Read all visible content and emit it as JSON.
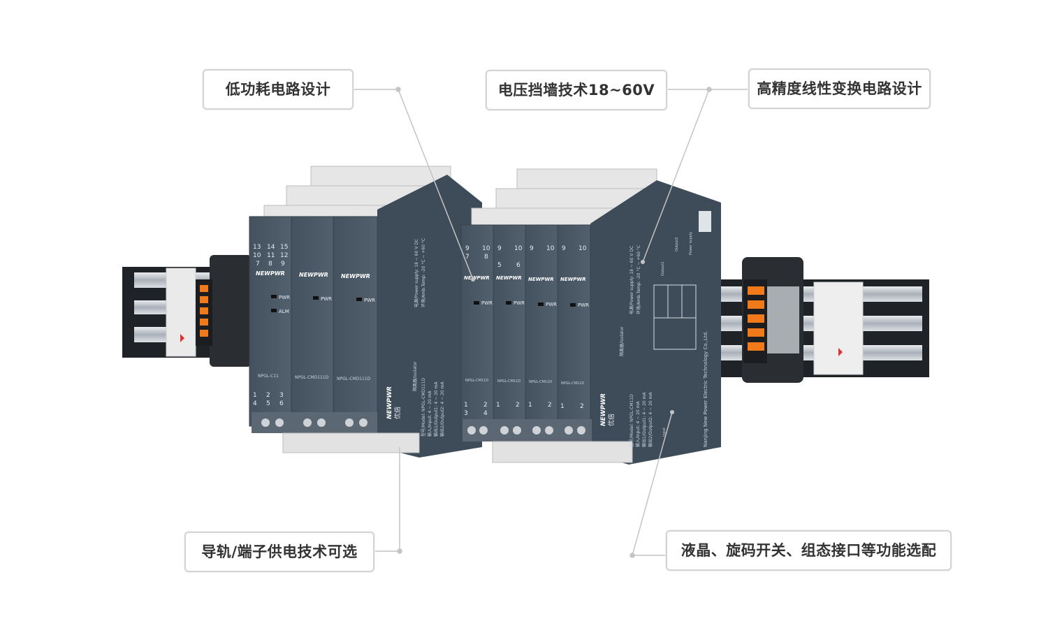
{
  "callouts": {
    "low_power": "低功耗电路设计",
    "voltage": "电压挡墙技术18~60V",
    "precision": "高精度线性变换电路设计",
    "rail": "导轨/端子供电技术可选",
    "options": "液晶、旋码开关、组态接口等功能选配"
  },
  "product": {
    "brand": "NEWPWR",
    "brand_cn": "优倍",
    "leds": {
      "pwr": "PWR",
      "alm": "ALM"
    },
    "left_group": {
      "models": [
        "NPGL-C11",
        "NPGL-CMD111D",
        "NPGL-CMD111D"
      ],
      "top_rows": [
        [
          "13",
          "14",
          "15"
        ],
        [
          "10",
          "11",
          "12"
        ],
        [
          "7",
          "8",
          "9"
        ]
      ],
      "bottom_rows": [
        [
          "1",
          "2",
          "3"
        ],
        [
          "4",
          "5",
          "6"
        ]
      ],
      "side": {
        "model": "型号/Model: NPGL-CMD111D",
        "supply": "电源/Power supply: 18 ~ 60 V DC",
        "ambient": "环境/Amb.Temp: -20 °C ~ +60 °C",
        "input": "输入/Input: 4 ~ 20 mA",
        "output1": "输出1/Output1: 4 ~ 20 mA",
        "output2": "输出2/Output2: 4 ~ 20 mA",
        "isolator": "隔离器/Isolator"
      }
    },
    "right_group": {
      "models": [
        "NPGL-CM11D",
        "NPGL-CM11D",
        "NPGL-CM11D",
        "NPGL-CM11D"
      ],
      "top_rows": [
        [
          "9",
          "10"
        ],
        [
          "7",
          "8"
        ],
        [
          "5",
          "6"
        ]
      ],
      "bottom_rows": [
        [
          "1",
          "2"
        ],
        [
          "3",
          "4"
        ]
      ],
      "side": {
        "model": "型号/Model: NPGL-CM11D",
        "supply": "电源/Power supply: 18 ~ 60 V DC",
        "ambient": "环境/Amb.Temp: -20 °C ~ +60 °C",
        "input": "输入/Input: 4 ~ 20 mA",
        "output1": "输出1/Output1: 4 ~ 20 mA",
        "output2": "输出2/Output2: 4 ~ 20 mA",
        "company": "Nanjing New Power Electric Technology Co.,Ltd.",
        "isolator": "隔离器/Isolator"
      },
      "diagram_labels": {
        "output1": "Output1",
        "output2": "Output2",
        "power": "Power supply",
        "input": "Input"
      }
    }
  },
  "colors": {
    "module_face": "#4a5867",
    "module_side": "#3e4b59",
    "terminal": "#e6e6e6",
    "rail": "#b9bec4",
    "connector": "#f07a1a"
  }
}
